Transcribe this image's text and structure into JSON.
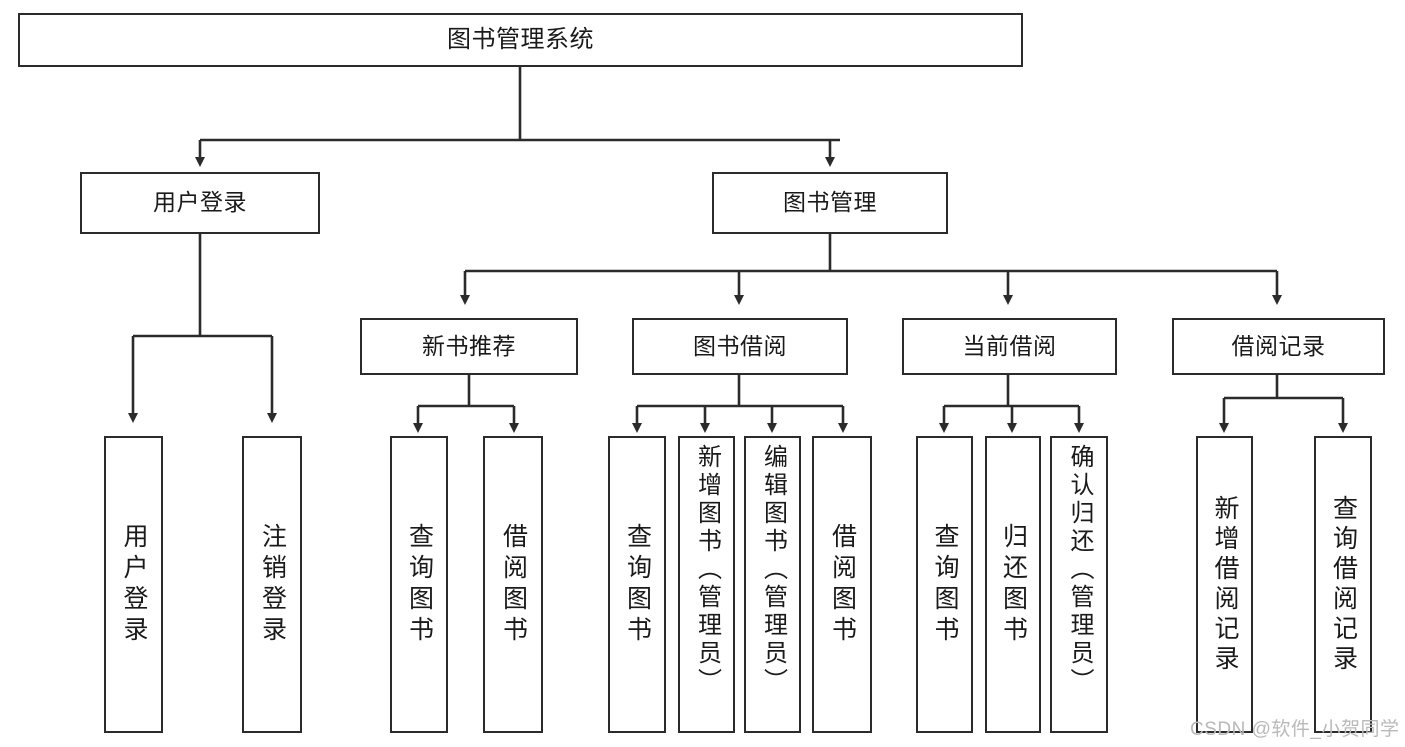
{
  "diagram": {
    "title": "图书管理系统",
    "type": "功能结构图",
    "watermark": "CSDN @软件_小贺同学",
    "colors": {
      "box_border": "#2b2b2b",
      "box_fill": "#ffffff",
      "line": "#2b2b2b",
      "text": "#1a1a1a",
      "watermark": "#b9b9b9",
      "background": "#ffffff"
    },
    "root": {
      "label": "图书管理系统"
    },
    "level2": [
      {
        "label": "用户登录"
      },
      {
        "label": "图书管理"
      }
    ],
    "level3": [
      {
        "label": "新书推荐"
      },
      {
        "label": "图书借阅"
      },
      {
        "label": "当前借阅"
      },
      {
        "label": "借阅记录"
      }
    ],
    "leaves": {
      "user_login": [
        {
          "label": "用户登录"
        },
        {
          "label": "注销登录"
        }
      ],
      "new_book": [
        {
          "label": "查询图书"
        },
        {
          "label": "借阅图书"
        }
      ],
      "book_borrow": [
        {
          "label": "查询图书"
        },
        {
          "label": "新增图书（管理员）"
        },
        {
          "label": "编辑图书（管理员）"
        },
        {
          "label": "借阅图书"
        }
      ],
      "current_borrow": [
        {
          "label": "查询图书"
        },
        {
          "label": "归还图书"
        },
        {
          "label": "确认归还（管理员）"
        }
      ],
      "borrow_record": [
        {
          "label": "新增借阅记录"
        },
        {
          "label": "查询借阅记录"
        }
      ]
    }
  }
}
